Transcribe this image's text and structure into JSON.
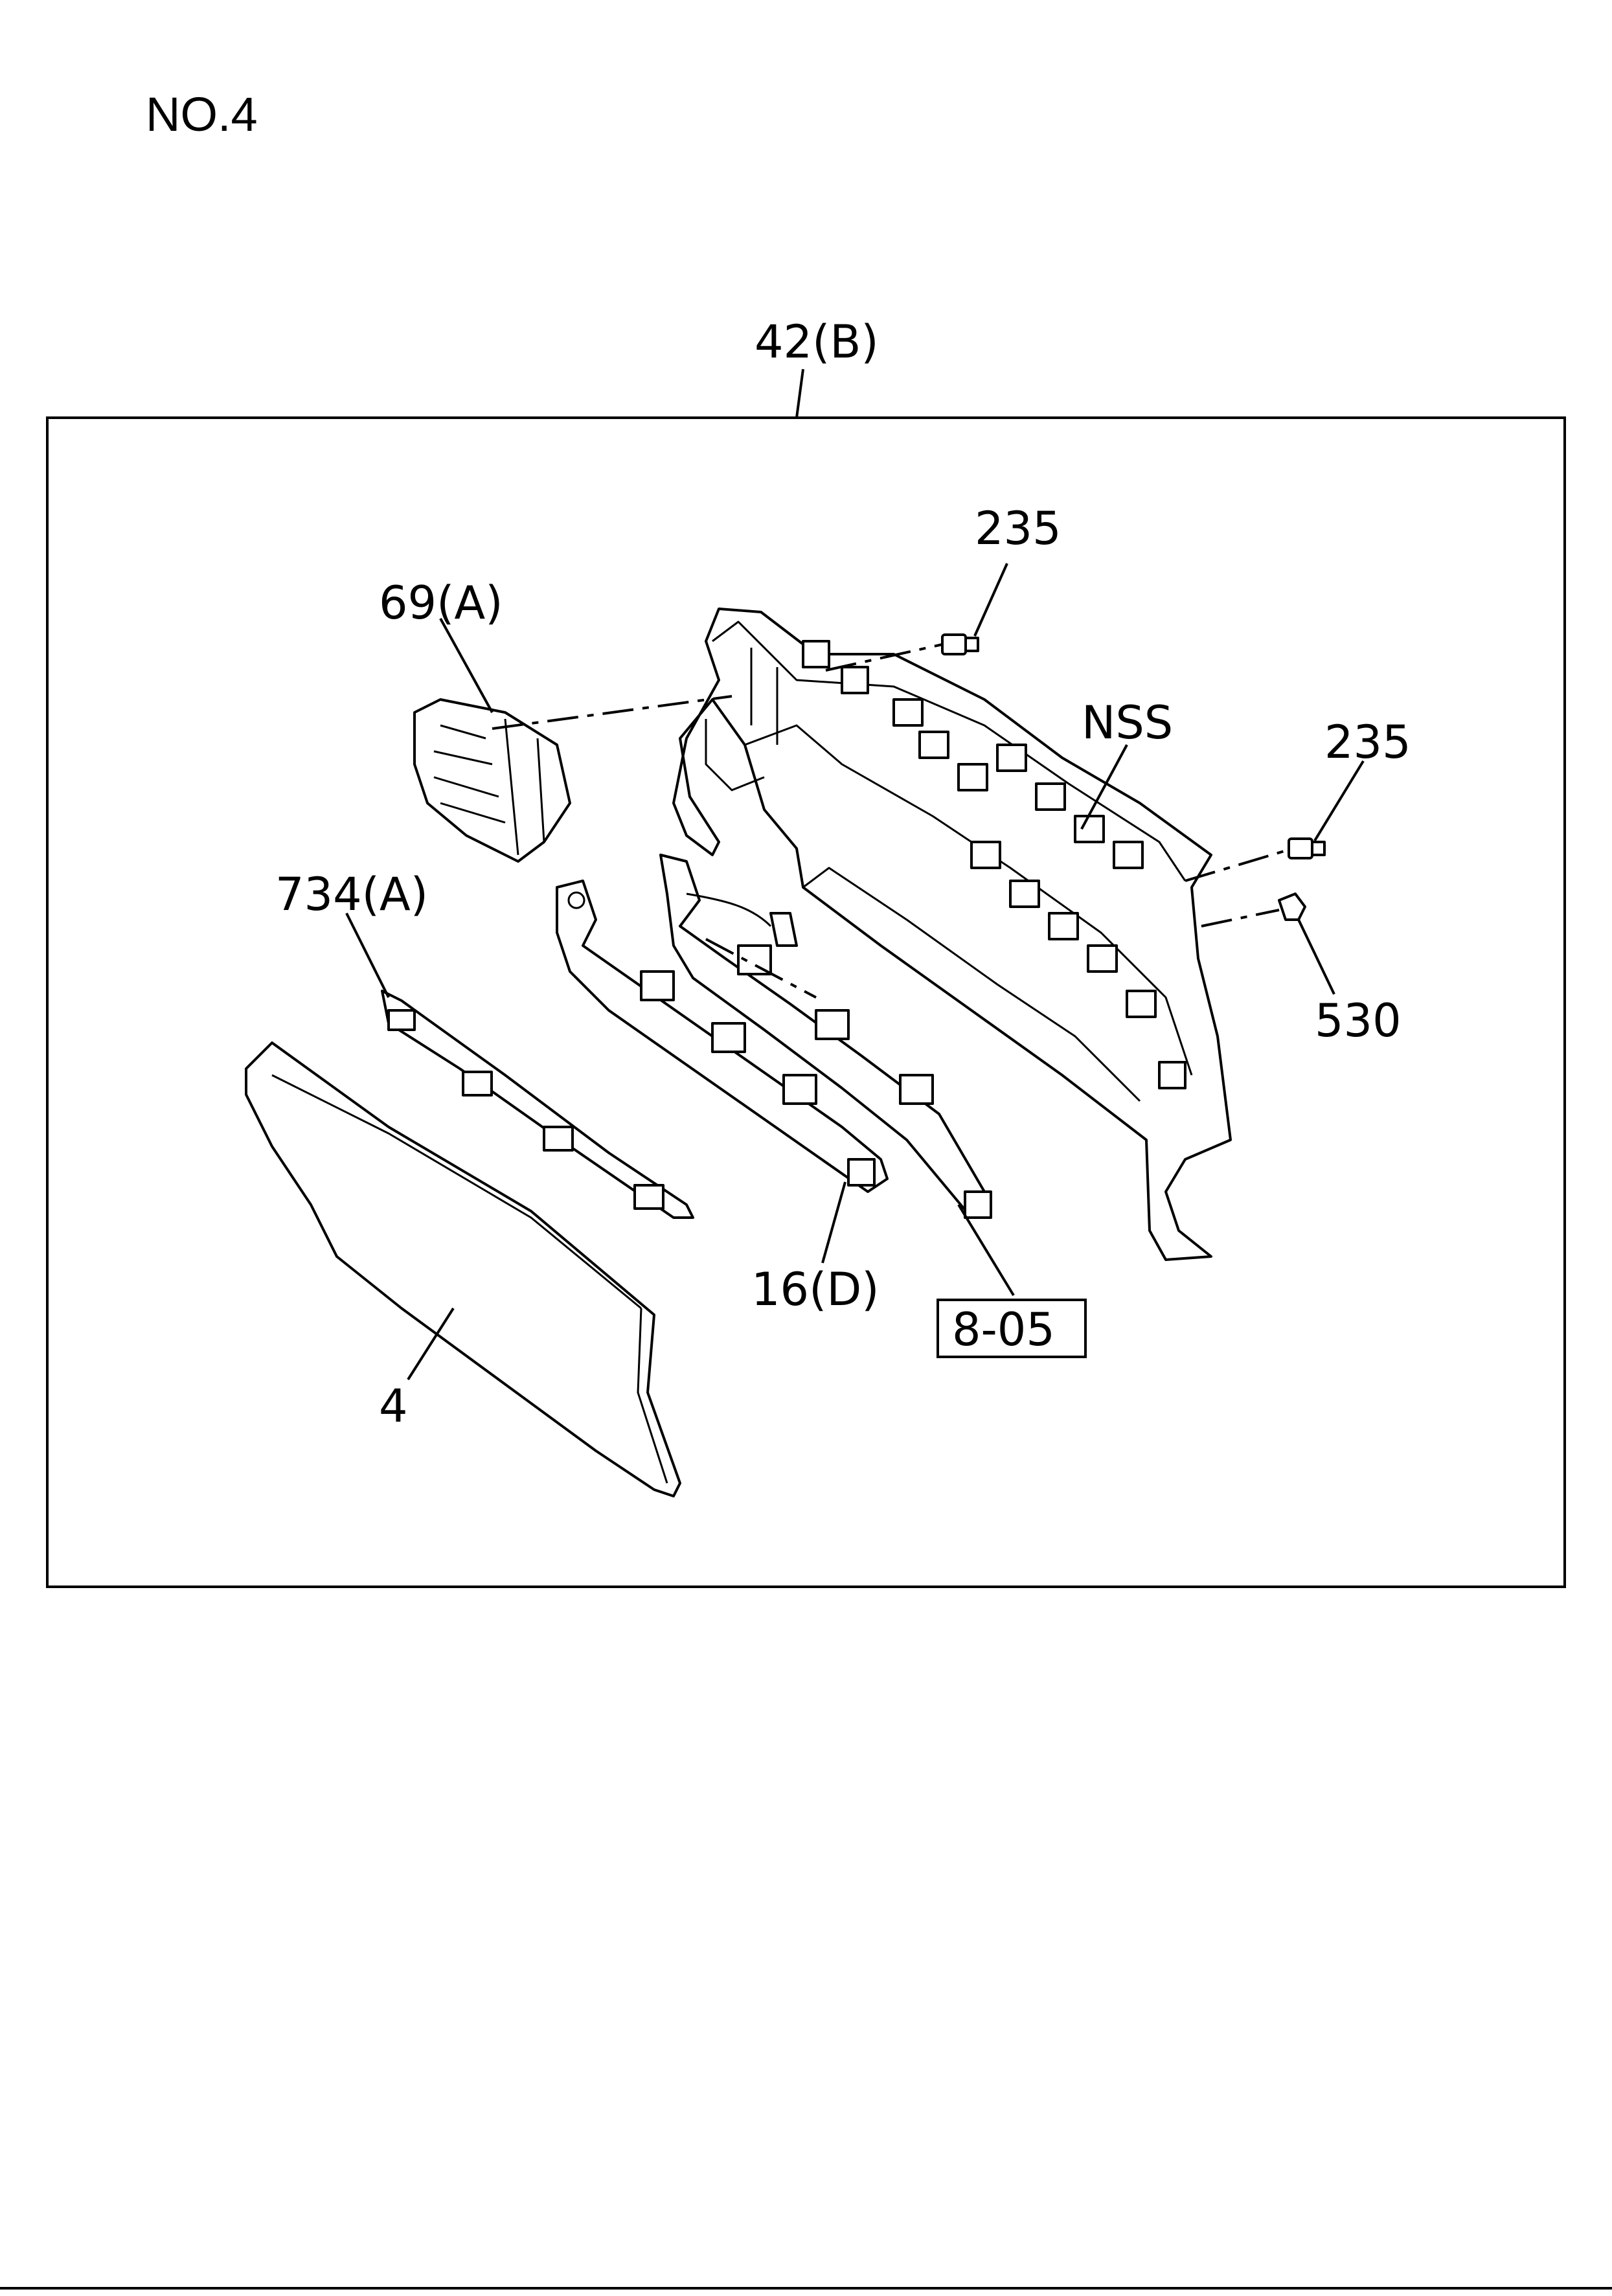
{
  "header": {
    "title": "NO.4"
  },
  "callouts": {
    "frame": "42(B)",
    "screw_upper": "235",
    "duct": "69(A)",
    "nss": "NSS",
    "screw_right": "235",
    "trim_strip": "734(A)",
    "clip": "530",
    "bracket": "16(D)",
    "ref_box": "8-05",
    "lower_panel": "4"
  }
}
